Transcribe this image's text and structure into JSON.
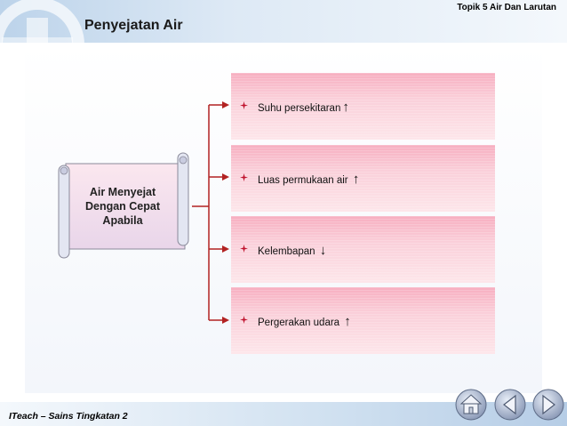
{
  "header": {
    "topic": "Topik 5 Air Dan Larutan",
    "title": "Penyejatan Air"
  },
  "scroll": {
    "line1": "Air Menyejat",
    "line2": "Dengan Cepat",
    "line3": "Apabila"
  },
  "factors": [
    {
      "label": "Suhu persekitaran",
      "arrow": "↑"
    },
    {
      "label": "Luas permukaan air",
      "arrow": "↑"
    },
    {
      "label": "Kelembapan",
      "arrow": "↓"
    },
    {
      "label": "Pergerakan udara",
      "arrow": "↑"
    }
  ],
  "footer": {
    "text": "ITeach – Sains Tingkatan 2"
  },
  "nav": {
    "buttons": [
      {
        "icon": "home-icon"
      },
      {
        "icon": "back-arrow-icon"
      },
      {
        "icon": "forward-arrow-icon"
      }
    ]
  },
  "colors": {
    "accent": "#b22222",
    "box": "#f7aec0",
    "band": "#bcd3ea"
  }
}
